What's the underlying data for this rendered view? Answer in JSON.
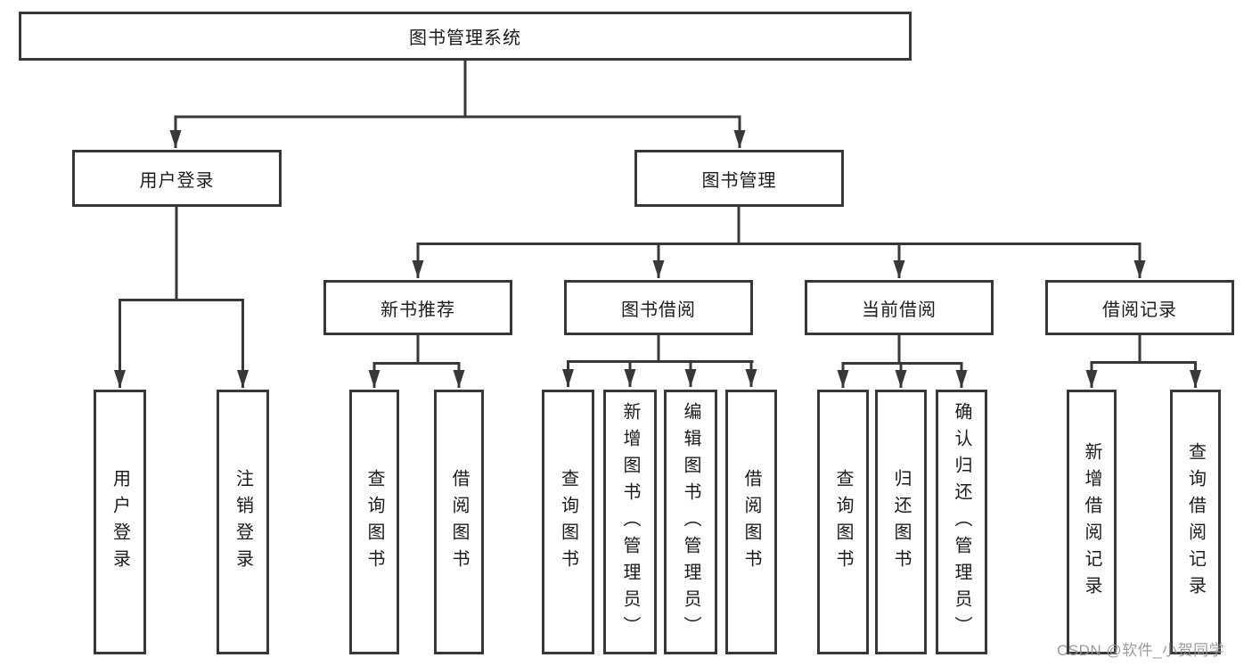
{
  "diagram": {
    "title": "图书管理系统",
    "root": {
      "label": "图书管理系统"
    },
    "level2": {
      "user_login": {
        "label": "用户登录"
      },
      "book_management": {
        "label": "图书管理"
      }
    },
    "level3": {
      "new_book_recommend": {
        "label": "新书推荐"
      },
      "book_borrow": {
        "label": "图书借阅"
      },
      "current_borrow": {
        "label": "当前借阅"
      },
      "borrow_records": {
        "label": "借阅记录"
      }
    },
    "leaves": {
      "user_login_child_login": {
        "label": "用户登录"
      },
      "user_login_child_logout": {
        "label": "注销登录"
      },
      "new_book_query_books": {
        "label": "查询图书"
      },
      "new_book_borrow_books": {
        "label": "借阅图书"
      },
      "borrow_query_books": {
        "label": "查询图书"
      },
      "borrow_add_books_admin": {
        "label": "新增图书（管理员）"
      },
      "borrow_edit_books_admin": {
        "label": "编辑图书（管理员）"
      },
      "borrow_borrow_books": {
        "label": "借阅图书"
      },
      "current_query_books": {
        "label": "查询图书"
      },
      "current_return_books": {
        "label": "归还图书"
      },
      "current_confirm_return_admin": {
        "label": "确认归还（管理员）"
      },
      "records_add_record": {
        "label": "新增借阅记录"
      },
      "records_query_record": {
        "label": "查询借阅记录"
      }
    },
    "colors": {
      "line": "#383838",
      "text": "#1c1c1c",
      "background": "#ffffff",
      "watermark": "#949494"
    }
  },
  "watermark": {
    "text": "CSDN @软件_小贺同学"
  }
}
